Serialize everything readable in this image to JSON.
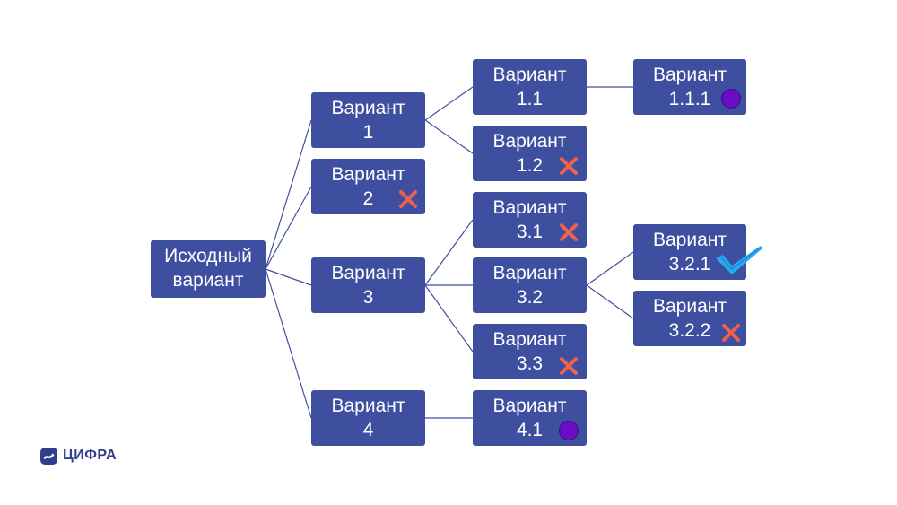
{
  "diagram": {
    "colors": {
      "node_fill": "#3f4fa0",
      "node_text": "#ffffff",
      "connector": "#3f4fa0",
      "cross": "#f0604a",
      "circle": "#6a0dc4",
      "check": "#2aa8f0"
    },
    "nodes": {
      "root": {
        "line1": "Исходный",
        "line2": "вариант"
      },
      "v1": {
        "line1": "Вариант",
        "line2": "1"
      },
      "v2": {
        "line1": "Вариант",
        "line2": "2",
        "mark": "cross-icon"
      },
      "v3": {
        "line1": "Вариант",
        "line2": "3"
      },
      "v4": {
        "line1": "Вариант",
        "line2": "4"
      },
      "v1_1": {
        "line1": "Вариант",
        "line2": "1.1"
      },
      "v1_2": {
        "line1": "Вариант",
        "line2": "1.2",
        "mark": "cross-icon"
      },
      "v3_1": {
        "line1": "Вариант",
        "line2": "3.1",
        "mark": "cross-icon"
      },
      "v3_2": {
        "line1": "Вариант",
        "line2": "3.2"
      },
      "v3_3": {
        "line1": "Вариант",
        "line2": "3.3",
        "mark": "cross-icon"
      },
      "v4_1": {
        "line1": "Вариант",
        "line2": "4.1",
        "mark": "circle-icon"
      },
      "v1_1_1": {
        "line1": "Вариант",
        "line2": "1.1.1",
        "mark": "circle-icon"
      },
      "v3_2_1": {
        "line1": "Вариант",
        "line2": "3.2.1",
        "mark": "checkmark-icon"
      },
      "v3_2_2": {
        "line1": "Вариант",
        "line2": "3.2.2",
        "mark": "cross-icon"
      }
    },
    "edges": [
      [
        "root",
        "v1"
      ],
      [
        "root",
        "v2"
      ],
      [
        "root",
        "v3"
      ],
      [
        "root",
        "v4"
      ],
      [
        "v1",
        "v1_1"
      ],
      [
        "v1",
        "v1_2"
      ],
      [
        "v3",
        "v3_1"
      ],
      [
        "v3",
        "v3_2"
      ],
      [
        "v3",
        "v3_3"
      ],
      [
        "v4",
        "v4_1"
      ],
      [
        "v1_1",
        "v1_1_1"
      ],
      [
        "v3_2",
        "v3_2_1"
      ],
      [
        "v3_2",
        "v3_2_2"
      ]
    ]
  },
  "logo": {
    "text": "ЦИФРА",
    "icon": "cifra-logo-icon"
  }
}
